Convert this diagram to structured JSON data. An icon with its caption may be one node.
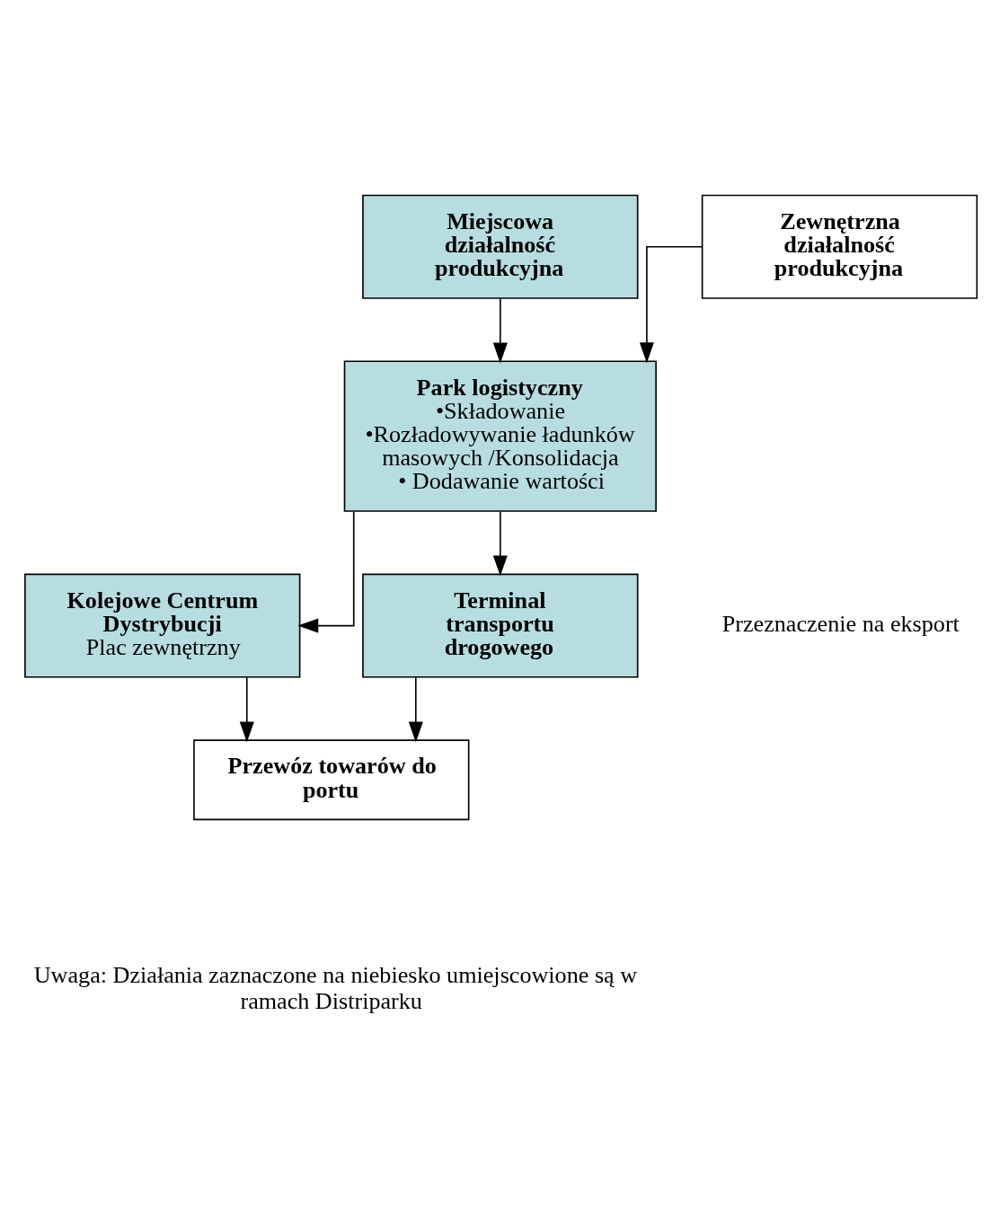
{
  "diagram": {
    "nodes": [
      {
        "text": [
          "Zewnętrzna działalność produkcyjna"
        ]
      },
      {
        "text": [
          "Miejscowa działalność produkcyjna"
        ]
      },
      {
        "text": [
          "Park logistyczny",
          "•Składowanie",
          "•Rozładowywanie ładunków masowych /Konsolidacja",
          "• Dodawanie wartości"
        ]
      },
      {
        "text": [
          "Kolejowe Centrum Dystrybucji",
          "Plac zewnętrzny"
        ]
      },
      {
        "text": [
          "Terminal transportu drogowego"
        ]
      },
      {
        "text": [
          "Przewóz towarów do portu"
        ]
      }
    ],
    "edges": [
      {
        "from": 0,
        "to": 2,
        "arrow": "to"
      },
      {
        "from": 1,
        "to": 2,
        "arrow": "to"
      },
      {
        "from": 2,
        "to": 3,
        "arrow": "to"
      },
      {
        "from": 2,
        "to": 4,
        "arrow": "to"
      },
      {
        "from": 3,
        "to": 5,
        "arrow": "to"
      },
      {
        "from": 4,
        "to": 5,
        "arrow": "to"
      }
    ],
    "labels": [
      "Przeznaczenie na eksport",
      "Uwaga: Działania zaznaczone na niebiesko umiejscowione są w ramach Distriparku"
    ]
  }
}
